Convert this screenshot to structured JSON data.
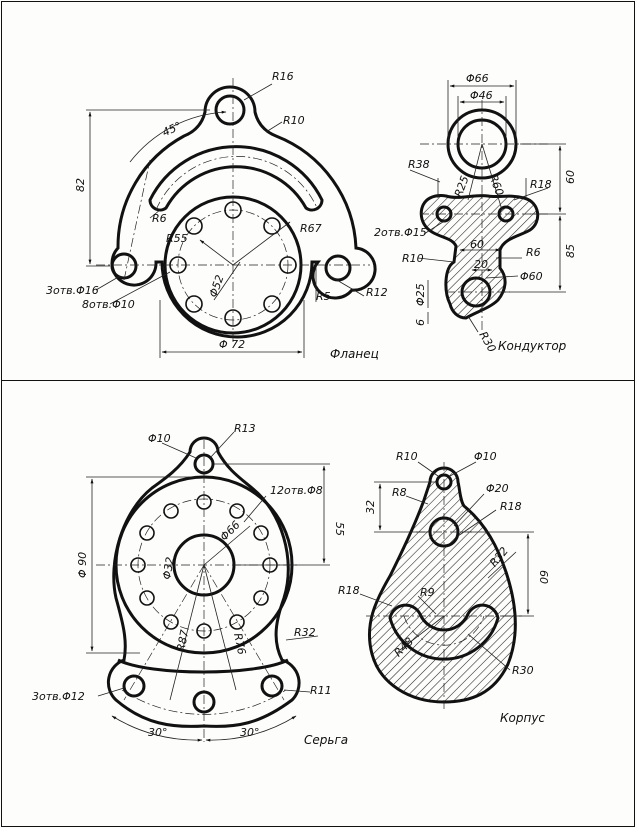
{
  "flanets": {
    "caption": "Фланец",
    "dims": {
      "r16": "R16",
      "r10": "R10",
      "deg45": "45°",
      "d82": "82",
      "r6": "R6",
      "r55": "R55",
      "r67": "R67",
      "phi52": "Φ52",
      "holes16": "3отв.Φ16",
      "holes10": "8отв.Φ10",
      "r5": "R5",
      "r12": "R12",
      "phi72": "Φ 72"
    }
  },
  "konduktor": {
    "caption": "Кондуктор",
    "dims": {
      "phi66": "Φ66",
      "phi46": "Φ46",
      "r38": "R38",
      "r25": "R25",
      "r60": "R60",
      "r18": "R18",
      "d60": "60",
      "holes15": "2отв.Φ15",
      "d85": "85",
      "r10": "R10",
      "c60": "60",
      "c20": "20",
      "r6": "R6",
      "phi60": "Φ60",
      "phi25": "Φ25",
      "d6": "6",
      "r30": "R30"
    }
  },
  "serga": {
    "caption": "Серьга",
    "dims": {
      "phi10": "Φ10",
      "r13": "R13",
      "holes8": "12отв.Φ8",
      "phi90": "Φ 90",
      "phi66": "Φ66",
      "d55": "55",
      "phi32": "Φ32",
      "r87": "R87",
      "r76": "R76",
      "r32": "R32",
      "holes12": "3отв.Φ12",
      "r11": "R11",
      "deg30a": "30°",
      "deg30b": "30°"
    }
  },
  "korpus": {
    "caption": "Корпус",
    "dims": {
      "r10": "R10",
      "phi10": "Φ10",
      "r8": "R8",
      "phi20": "Φ20",
      "d32": "32",
      "r18a": "R18",
      "r32": "R32",
      "d60": "60",
      "r18b": "R18",
      "r9": "R9",
      "r48": "R48",
      "r30": "R30"
    }
  }
}
